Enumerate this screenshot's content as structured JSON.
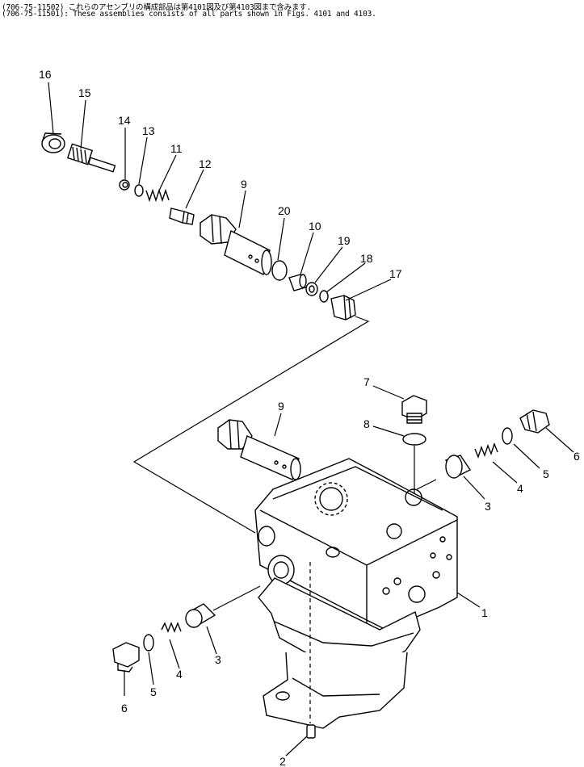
{
  "header": {
    "line1": "(706-75-11502) これらのアセンブリの構成部品は第4101図及び第4103図まで含みます.",
    "line2": "(706-75-11501): These assemblies consists of all parts shown in Figs. 4101 and 4103."
  },
  "callouts": {
    "c16": "16",
    "c15": "15",
    "c14": "14",
    "c13": "13",
    "c11": "11",
    "c12": "12",
    "c9a": "9",
    "c20": "20",
    "c10": "10",
    "c19": "19",
    "c18": "18",
    "c17": "17",
    "c7": "7",
    "c8": "8",
    "c9b": "9",
    "c6r": "6",
    "c5r": "5",
    "c4r": "4",
    "c3r": "3",
    "c1": "1",
    "c3l": "3",
    "c4l": "4",
    "c5l": "5",
    "c6l": "6",
    "c2": "2"
  }
}
